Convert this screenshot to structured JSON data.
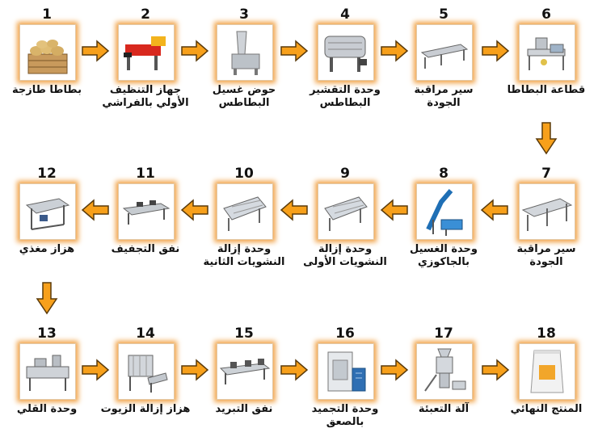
{
  "steps": [
    {
      "num": "1",
      "label": "بطاطا طازجة",
      "icon": "potato-crate-icon"
    },
    {
      "num": "2",
      "label": "جهاز التنظيف الأولي بالفراشي",
      "icon": "brush-cleaner-icon"
    },
    {
      "num": "3",
      "label": "حوض غسيل البطاطس",
      "icon": "washing-tank-icon"
    },
    {
      "num": "4",
      "label": "وحدة التقشير البطاطس",
      "icon": "peeler-icon"
    },
    {
      "num": "5",
      "label": "سير مراقبة الجودة",
      "icon": "inspection-conveyor-icon"
    },
    {
      "num": "6",
      "label": "قطاعة البطاطا",
      "icon": "cutter-icon"
    },
    {
      "num": "7",
      "label": "سير مراقبة الجودة",
      "icon": "inspection-conveyor-icon"
    },
    {
      "num": "8",
      "label": "وحدة الغسيل بالجاكوزي",
      "icon": "jacuzzi-washer-icon"
    },
    {
      "num": "9",
      "label": "وحدة إزالة النشويات الأولى",
      "icon": "starch-removal-drum-icon"
    },
    {
      "num": "10",
      "label": "وحدة إزالة النشويات الثانية",
      "icon": "starch-removal-drum-icon"
    },
    {
      "num": "11",
      "label": "نفق التجفيف",
      "icon": "drying-tunnel-icon"
    },
    {
      "num": "12",
      "label": "هزاز مغذي",
      "icon": "vibrating-feeder-icon"
    },
    {
      "num": "13",
      "label": "وحدة القلي",
      "icon": "fryer-icon"
    },
    {
      "num": "14",
      "label": "هزاز إزالة الزيوت",
      "icon": "de-oiling-shaker-icon"
    },
    {
      "num": "15",
      "label": "نفق التبريد",
      "icon": "cooling-tunnel-icon"
    },
    {
      "num": "16",
      "label": "وحدة التجميد بالصعق",
      "icon": "blast-freezer-icon"
    },
    {
      "num": "17",
      "label": "آلة التعبئة",
      "icon": "packaging-machine-icon"
    },
    {
      "num": "18",
      "label": "المنتج النهائي",
      "icon": "final-product-bag-icon"
    }
  ],
  "colors": {
    "arrow_fill": "#f7a01b",
    "arrow_stroke": "#5a3a0a",
    "box_glow": "#f1a348"
  }
}
